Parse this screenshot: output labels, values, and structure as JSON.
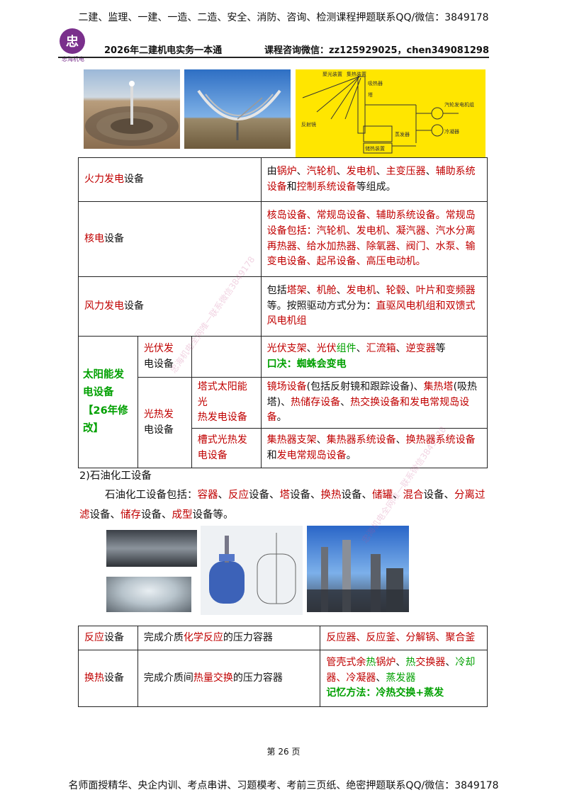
{
  "header": {
    "banner": "二建、监理、一建、一造、二造、安全、消防、咨询、检测课程押题联系QQ/微信：3849178",
    "logo_text": "忠海机电",
    "book_title": "2026年二建机电实务一本通",
    "contact": "课程咨询微信：zz125929025，chen349081298"
  },
  "diagram_labels": {
    "l1": "聚光装置",
    "l2": "集热装置",
    "l3": "吸热器",
    "l4": "塔",
    "l5": "汽轮发电机组",
    "l6": "反射镜",
    "l7": "冷凝器",
    "l8": "储热装置",
    "l9": "蒸发器"
  },
  "table1": {
    "thermal": {
      "name_a": "火力发电",
      "name_b": "设备",
      "desc": [
        "由",
        "锅炉",
        "、",
        "汽轮机",
        "、",
        "发电机",
        "、",
        "主变压器",
        "、",
        "辅助系统设备",
        "和",
        "控制系统设备",
        "等组成。"
      ]
    },
    "nuclear": {
      "name_a": "核电",
      "name_b": "设备",
      "desc": "核岛设备、常规岛设备、辅助系统设备。常规岛设备包括：汽轮机、发电机、凝汽器、汽水分离再热器、给水加热器、除氧器、阀门、水泵、输变电设备、起吊设备、高压电动机。"
    },
    "wind": {
      "name_a": "风力发电",
      "name_b": "设备",
      "desc": [
        "包括",
        "塔架",
        "、",
        "机舱",
        "、",
        "发电机",
        "、",
        "轮毂",
        "、",
        "叶片和变频器",
        "等。按照驱动方式分为：",
        "直驱风电机组和双馈式风电机组"
      ]
    },
    "solar": {
      "name": "太阳能发电设备",
      "note": "【26年修改】",
      "pv": {
        "name_a": "光伏发",
        "name_b": "电设备",
        "desc": [
          "光伏支架",
          "、",
          "光伏",
          "组件",
          "、",
          "汇流箱",
          "、",
          "逆变器",
          "等"
        ],
        "mnemonic": "口决：蜘蛛会变电"
      },
      "csp": {
        "name_a": "光热发",
        "name_b": "电设备",
        "tower": {
          "name_a": "塔式太阳能光",
          "name_b": "热发电设备",
          "desc": [
            "镜场设备",
            "(包括反射镜和跟踪设备)、",
            "集热塔",
            "(吸热塔)、",
            "热储存设备",
            "、",
            "热交换设备和发电常规岛设备",
            "。"
          ]
        },
        "trough": {
          "name_a": "槽式光热发",
          "name_b": "电设备",
          "desc": [
            "集热器支架",
            "、",
            "集热器系统设备",
            "、",
            "换热器系统设备",
            "和",
            "发电常规岛设备",
            "。"
          ]
        }
      }
    }
  },
  "section": {
    "title": "2)石油化工设备",
    "body": [
      "石油化工设备包括：",
      "容器",
      "、",
      "反应",
      "设备、",
      "塔",
      "设备、",
      "换热",
      "设备、",
      "储罐",
      "、",
      "混合",
      "设备、",
      "分离过滤",
      "设备、",
      "储存",
      "设备、",
      "成型",
      "设备等。"
    ]
  },
  "table2": {
    "reaction": {
      "name_a": "反应",
      "name_b": "设备",
      "def_a": "完成介质",
      "def_b": "化学反应",
      "def_c": "的压力容器",
      "examples": "反应器、反应釜、分解锅、聚合釜"
    },
    "heat": {
      "name_a": "换热",
      "name_b": "设备",
      "def_a": "完成介质间",
      "def_b": "热量交换",
      "def_c": "的压力容器",
      "examples": [
        "管壳式余",
        "热",
        "锅炉",
        "、",
        "热",
        "交换器",
        "、",
        "冷却",
        "器、",
        "冷凝器",
        "、",
        "蒸发器"
      ],
      "mnemonic": "记忆方法：冷热交换+蒸发"
    }
  },
  "watermark": "忠海机电全网唯一联系微信3849178",
  "footer": {
    "page": "第 26 页",
    "banner": "名师面授精华、央企内训、考点串讲、习题模考、考前三页纸、绝密押题联系QQ/微信：3849178"
  }
}
